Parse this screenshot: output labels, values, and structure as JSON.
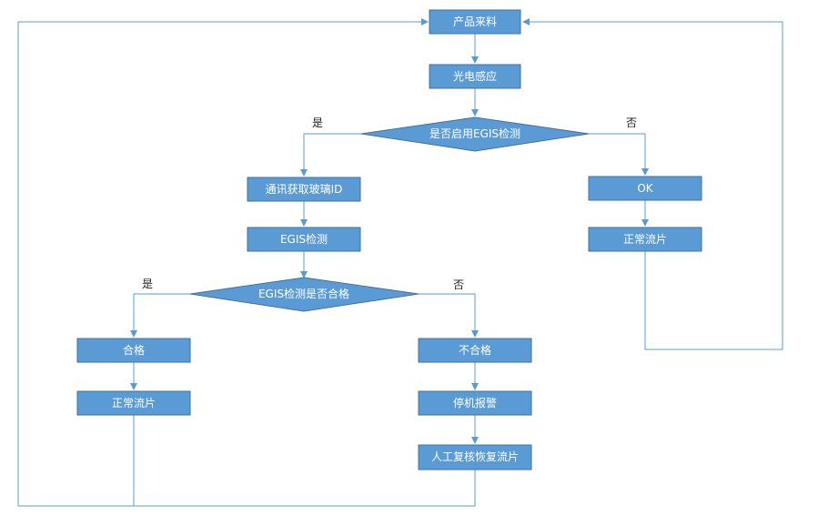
{
  "nodes": {
    "product_feed": "产品来料",
    "photo_sensor": "光电感应",
    "egis_enabled": "是否启用EGIS检测",
    "read_glass_id": "通讯获取玻璃ID",
    "egis_inspect": "EGIS检测",
    "egis_pass": "EGIS检测是否合格",
    "pass": "合格",
    "pass_flow": "正常流片",
    "fail": "不合格",
    "stop_alarm": "停机报警",
    "manual_recover": "人工复核恢复流片",
    "ok": "OK",
    "ok_flow": "正常流片"
  },
  "labels": {
    "yes_1": "是",
    "no_1": "否",
    "yes_2": "是",
    "no_2": "否"
  }
}
